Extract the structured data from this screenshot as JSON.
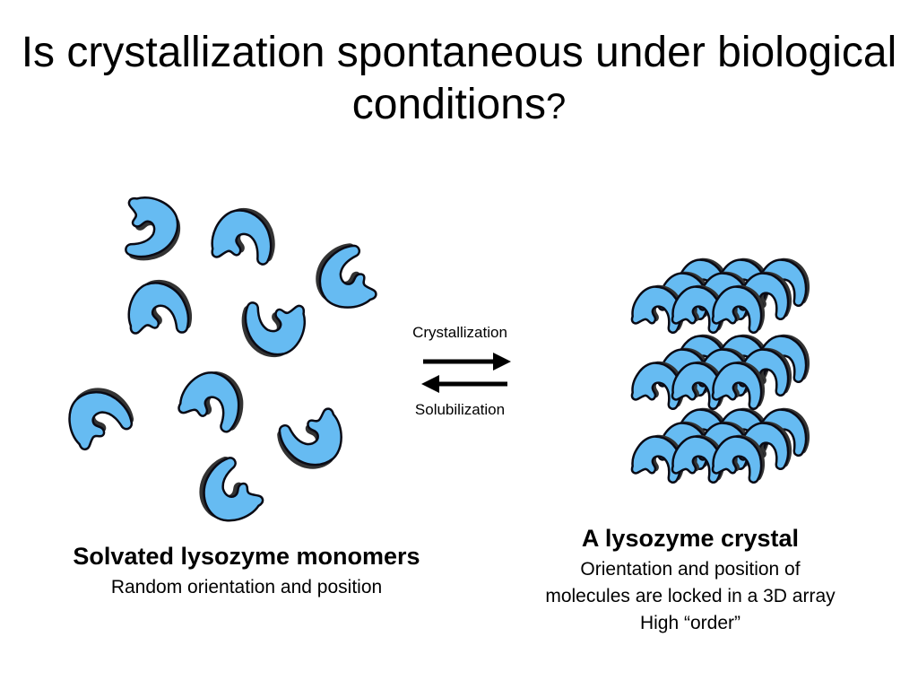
{
  "title": {
    "main": "Is crystallization spontaneous under biological conditions",
    "mark": "?"
  },
  "left_panel": {
    "heading": "Solvated lysozyme monomers",
    "subtitle": "Random orientation and position"
  },
  "right_panel": {
    "heading": "A lysozyme crystal",
    "line1": "Orientation and position of",
    "line2": "molecules are locked in a 3D array",
    "line3": "High “order”"
  },
  "arrows": {
    "forward_label": "Crystallization",
    "reverse_label": "Solubilization"
  },
  "colors": {
    "molecule_fill": "#66bbf2",
    "molecule_outline": "#0a0a14",
    "shadow": "#333333"
  }
}
